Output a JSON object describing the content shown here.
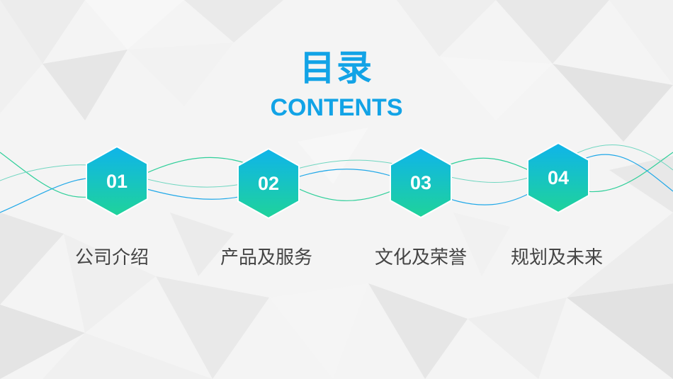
{
  "slide": {
    "title_cn": "目录",
    "title_en": "CONTENTS"
  },
  "colors": {
    "accent_blue": "#12a3e6",
    "gradient_top": "#0fb4ea",
    "gradient_bottom": "#1fd39a",
    "wave_green": "#2fcf9a",
    "wave_blue": "#20a8e8",
    "label_color": "#444444"
  },
  "items": [
    {
      "number": "01",
      "label": "公司介绍"
    },
    {
      "number": "02",
      "label": "产品及服务"
    },
    {
      "number": "03",
      "label": "文化及荣誉"
    },
    {
      "number": "04",
      "label": "规划及未来"
    }
  ]
}
